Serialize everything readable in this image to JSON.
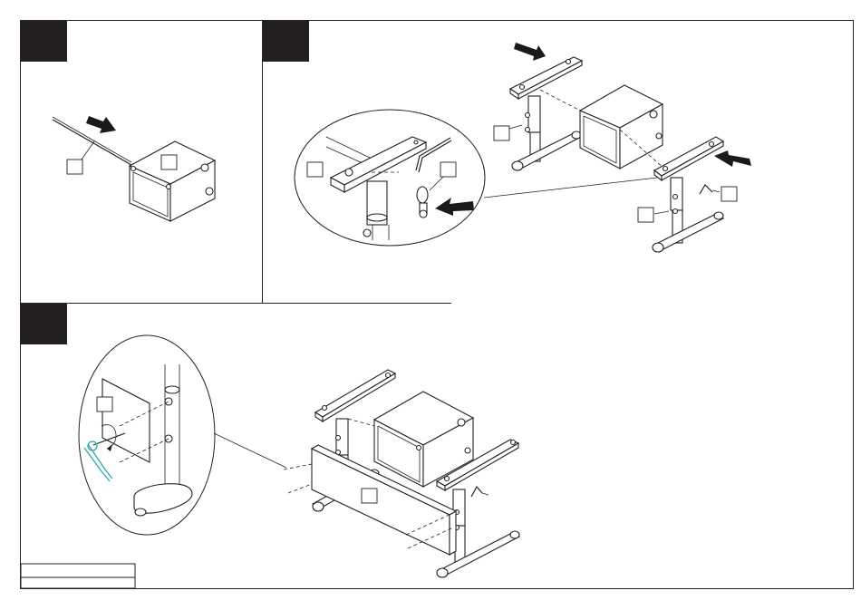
{
  "document": {
    "type": "assembly-instructions",
    "steps": [
      {
        "id": "step-1",
        "number": ""
      },
      {
        "id": "step-2",
        "number": ""
      },
      {
        "id": "step-3",
        "number": ""
      }
    ],
    "part_callouts": [
      "",
      "",
      "",
      "",
      "",
      "",
      "",
      ""
    ],
    "title_block": {
      "row1": "",
      "row2": ""
    }
  },
  "colors": {
    "badge": "#231f20",
    "line": "#222222",
    "arrow": "#1a1a1a",
    "wrench_accent": "#2aa9b0"
  }
}
